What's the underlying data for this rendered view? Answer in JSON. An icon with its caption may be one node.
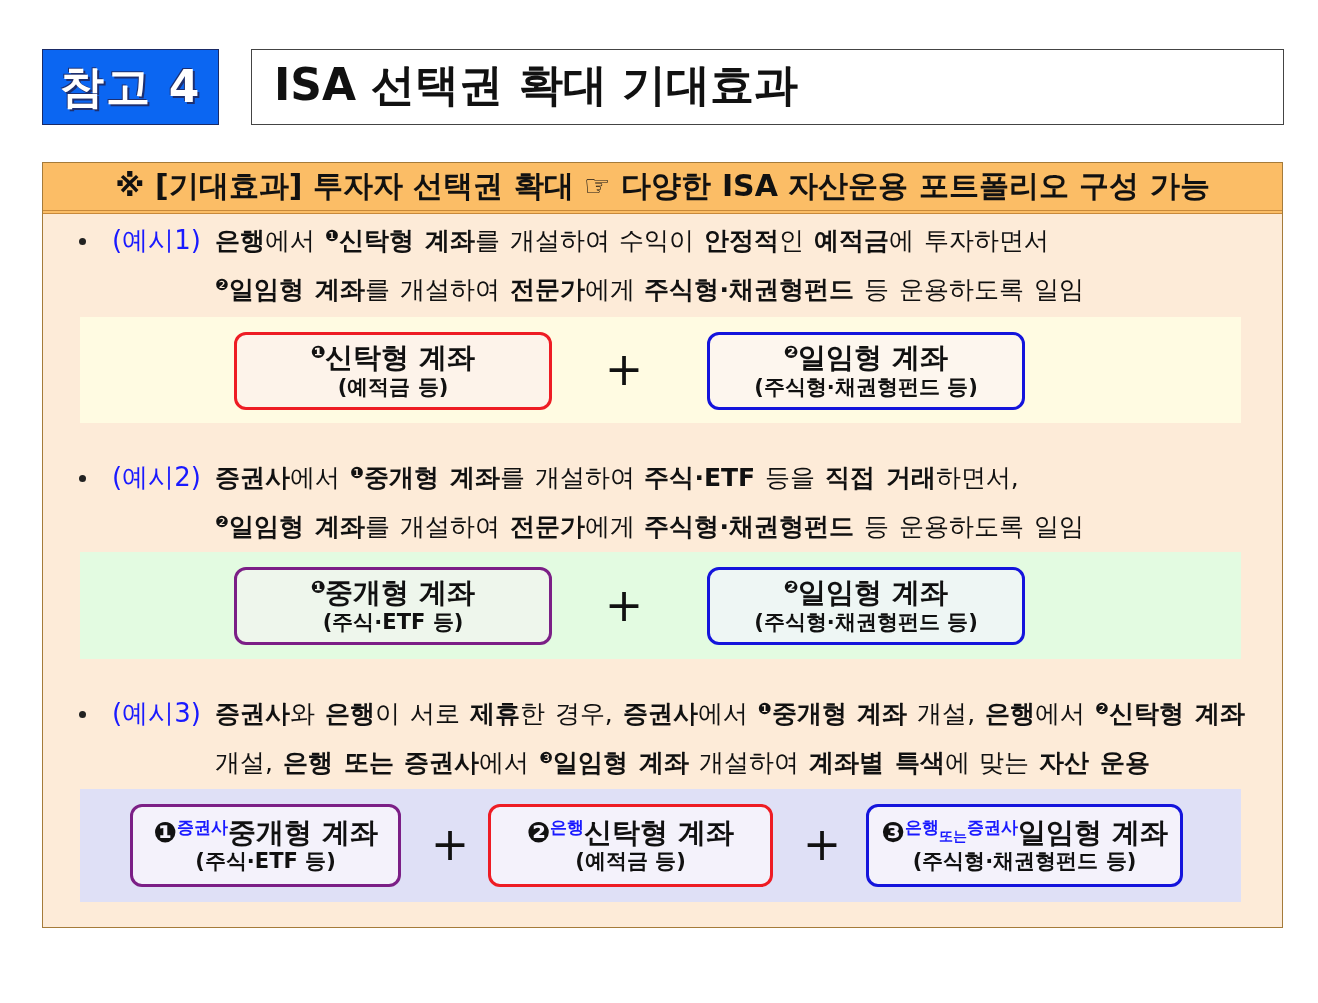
{
  "diagram": {
    "title": "ISA 선택권 확대 기대효과",
    "nodes": [
      {
        "text": [
          "참고 4"
        ]
      },
      {
        "text": [
          "※ [기대효과] 투자자 선택권 확대 ☞ 다양한 ISA 자산운용 포트폴리오 구성 가능"
        ]
      },
      {
        "text": [],
        "shape": "band",
        "in": 1
      },
      {
        "text": [
          "$^{❶}$신탁형 계좌",
          "(예적금 등)"
        ],
        "in": 2
      },
      {
        "text": [
          "$^{❷}$일임형 계좌",
          "(주식형·채권형펀드 등)"
        ],
        "in": 2
      },
      {
        "text": [],
        "shape": "band",
        "in": 1
      },
      {
        "text": [
          "$^{❶}$중개형 계좌",
          "(주식·ETF 등)"
        ],
        "in": 5
      },
      {
        "text": [
          "$^{❷}$일임형 계좌",
          "(주식형·채권형펀드 등)"
        ],
        "in": 5
      },
      {
        "text": [],
        "shape": "band",
        "in": 1
      },
      {
        "text": [
          "❶$^{증권사}$중개형 계좌",
          "(주식·ETF 등)"
        ],
        "in": 8
      },
      {
        "text": [
          "❷$^{은행}$신탁형 계좌",
          "(예적금 등)"
        ],
        "in": 8
      },
      {
        "text": [
          "❸$^{은행}$$_{또는}$$^{증권사}$일임형 계좌",
          "(주식형·채권형펀드 등)"
        ],
        "in": 8
      }
    ],
    "labels": [
      "(예시1)",
      "**은행**에서 $^{❶}$**신탁형 계좌**를 개설하여 수익이 **안정적**인 **예적금**에 투자하면서 $^{❷}$**일임형 계좌**를 개설하여 **전문가**에게 **주식형·채권형펀드** 등 운용하도록 일임",
      "+",
      "(예시2)",
      "**증권사**에서 $^{❶}$**중개형 계좌**를 개설하여 **주식·ETF** 등을 **직접 거래**하면서, $^{❷}$**일임형 계좌**를 개설하여 **전문가**에게 **주식형·채권형펀드** 등 운용하도록 일임",
      "+",
      "(예시3)",
      "**증권사**와 **은행**이 서로 **제휴**한 경우, **증권사**에서 $^{❶}$**중개형 계좌** 개설, **은행**에서 $^{❷}$**신탁형 계좌** 개설, **은행 또는 증권사**에서 $^{❸}$**일임형 계좌** 개설하여 **계좌별 특색**에 맞는 **자산 운용**",
      "+",
      "+"
    ]
  }
}
